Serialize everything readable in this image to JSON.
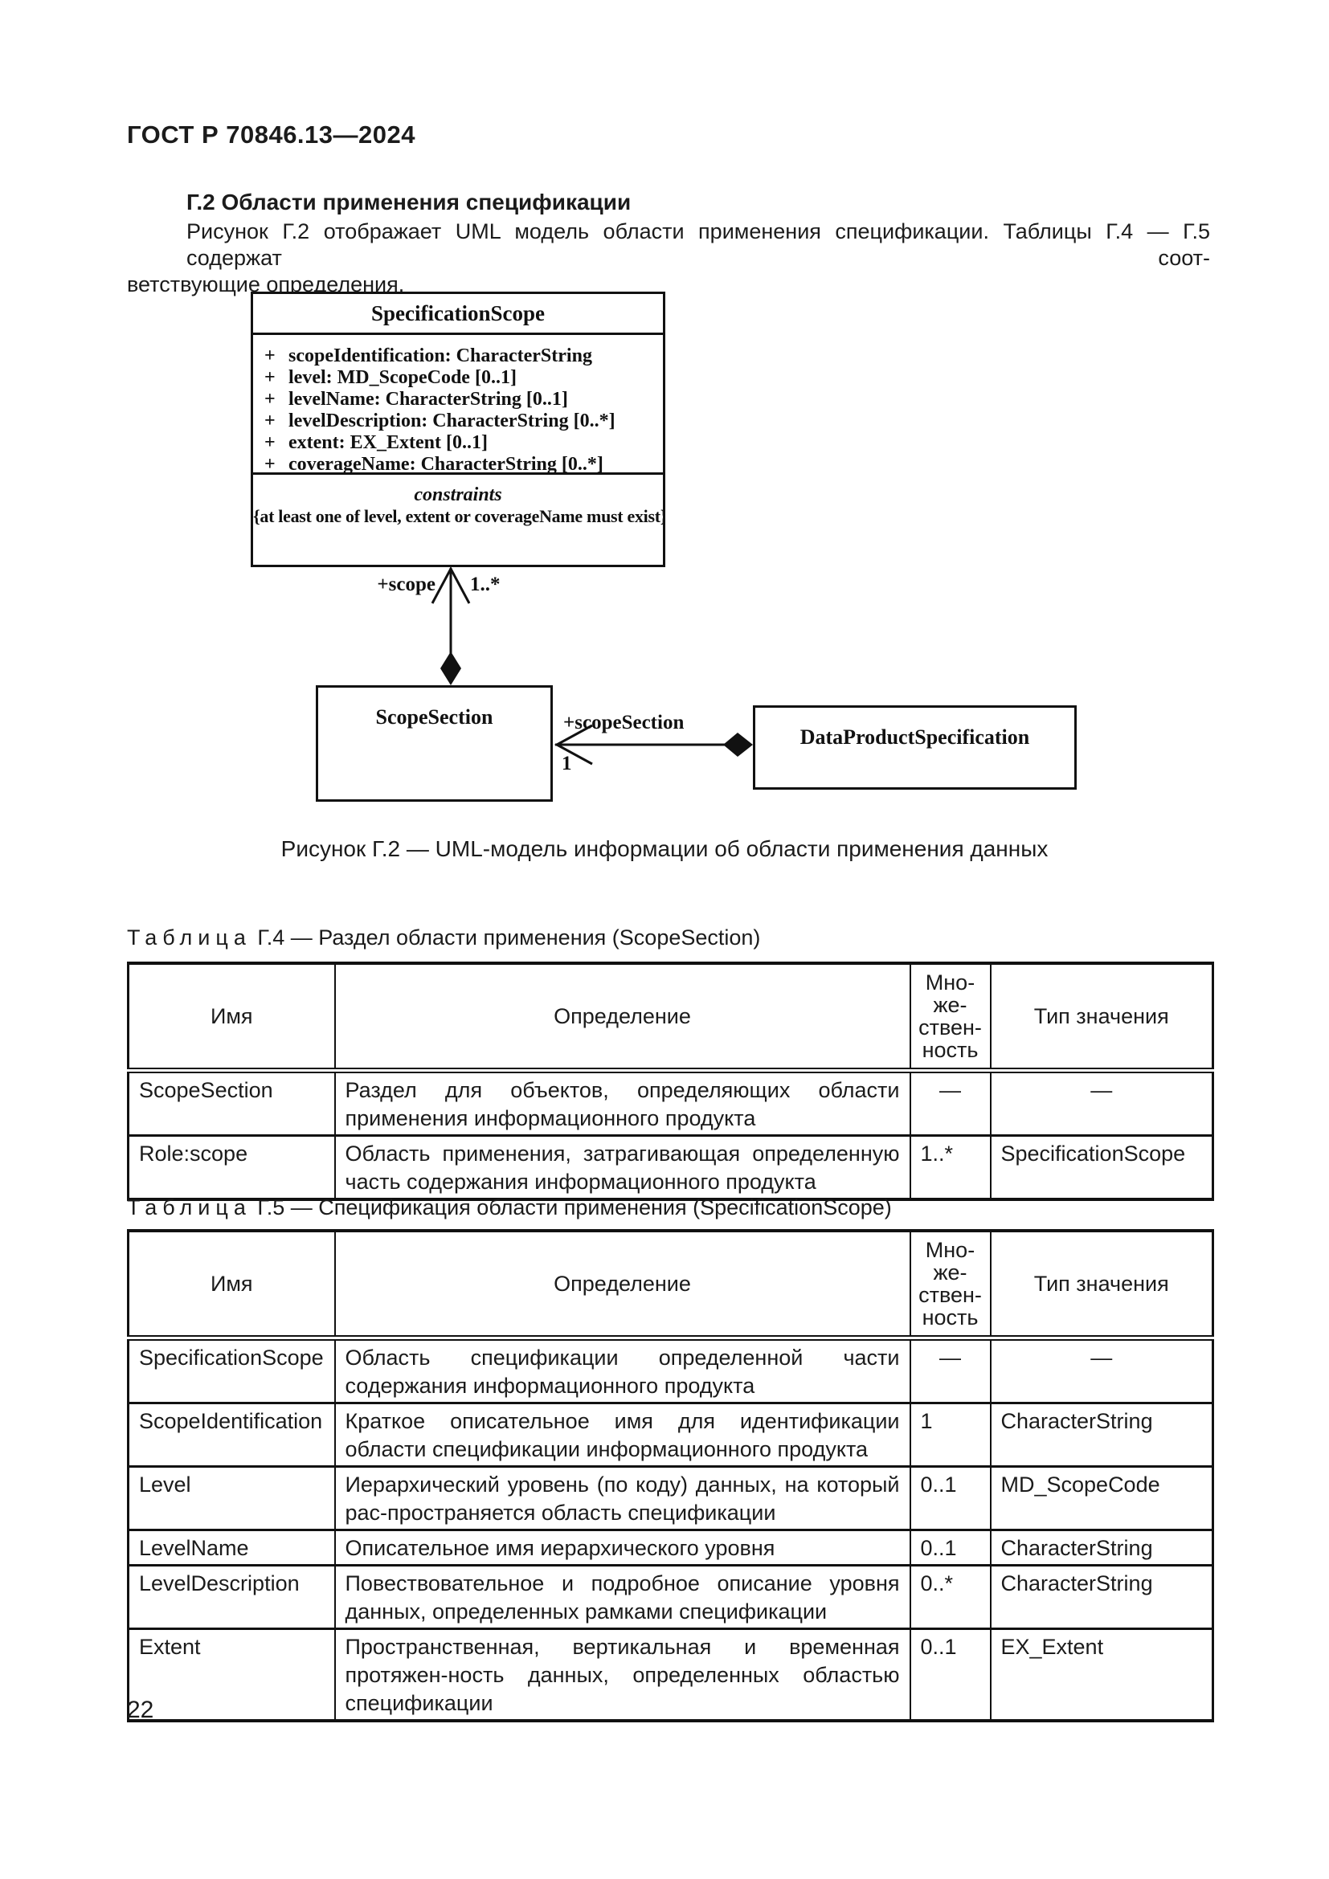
{
  "doc": {
    "header": "ГОСТ Р 70846.13—2024",
    "page_number": "22",
    "section_heading": "Г.2 Области применения спецификации",
    "paragraph_line1": "Рисунок Г.2 отображает UML модель области применения спецификации. Таблицы Г.4 — Г.5 содержат соот-",
    "paragraph_line2": "ветствующие определения.",
    "figure_caption": "Рисунок Г.2 — UML-модель информации об области применения данных"
  },
  "uml": {
    "plus": "+",
    "spec_scope": {
      "title": "SpecificationScope",
      "attributes": [
        "scopeIdentification: CharacterString",
        "level: MD_ScopeCode [0..1]",
        "levelName: CharacterString [0..1]",
        "levelDescription: CharacterString [0..*]",
        "extent: EX_Extent [0..1]",
        "coverageName: CharacterString [0..*]"
      ],
      "constraints_label": "constraints",
      "constraint": "{at least one of level, extent or coverageName must exist}"
    },
    "scope_section_title": "ScopeSection",
    "data_product_title": "DataProductSpecification",
    "scope_assoc": {
      "role": "+scope",
      "multiplicity": "1..*"
    },
    "section_assoc": {
      "role": "+scopeSection",
      "multiplicity": "1"
    },
    "line_color": "#111111"
  },
  "table_g4": {
    "label": "Таблица",
    "title": "Г.4 — Раздел области применения (ScopeSection)",
    "headers": {
      "name": "Имя",
      "definition": "Определение",
      "multiplicity": "Мно-\nже-\nствен-\nность",
      "type": "Тип значения"
    },
    "rows": [
      {
        "name": "ScopeSection",
        "definition": "Раздел для объектов, определяющих области применения информационного продукта",
        "multiplicity": "—",
        "type": "—"
      },
      {
        "name": "Role:scope",
        "definition": "Область применения, затрагивающая определенную часть содержания информационного продукта",
        "multiplicity": "1..*",
        "type": "SpecificationScope"
      }
    ]
  },
  "table_g5": {
    "label": "Таблица",
    "title": "Г.5 — Спецификация области применения (SpecificationScope)",
    "headers": {
      "name": "Имя",
      "definition": "Определение",
      "multiplicity": "Мно-\nже-\nствен-\nность",
      "type": "Тип значения"
    },
    "rows": [
      {
        "name": "SpecificationScope",
        "definition": "Область спецификации определенной части содержания информационного продукта",
        "multiplicity": "—",
        "type": "—"
      },
      {
        "name": "ScopeIdentification",
        "definition": "Краткое описательное имя для идентификации области спецификации информационного продукта",
        "multiplicity": "1",
        "type": "CharacterString"
      },
      {
        "name": "Level",
        "definition": "Иерархический уровень (по коду) данных, на который рас-пространяется область спецификации",
        "multiplicity": "0..1",
        "type": "MD_ScopeCode"
      },
      {
        "name": "LevelName",
        "definition": "Описательное имя иерархического уровня",
        "multiplicity": "0..1",
        "type": "CharacterString"
      },
      {
        "name": "LevelDescription",
        "definition": "Повествовательное и подробное описание уровня данных, определенных рамками спецификации",
        "multiplicity": "0..*",
        "type": "CharacterString"
      },
      {
        "name": "Extent",
        "definition": "Пространственная, вертикальная и временная протяжен-ность данных, определенных областью спецификации",
        "multiplicity": "0..1",
        "type": "EX_Extent"
      }
    ]
  }
}
